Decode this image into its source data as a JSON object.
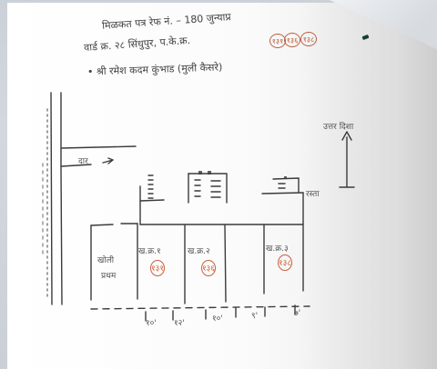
{
  "document": {
    "title": "मिळकत पत्र रेफ नं. – 180 जुन्याप्र",
    "survey": "वार्ड क्र. २८ सिंधुपुर, प.के.क्र.",
    "owner": "• श्री रमेश कदम कुंभाड (मुली कैसरे)",
    "circled_refs": [
      "१३१",
      "१३६",
      "१३८"
    ],
    "road_label": "रस्ता",
    "gate_label": "दार",
    "arrow_label": "उत्तर दिशा",
    "left_rooms": [
      "खोली",
      "प्रथम"
    ],
    "room_labels": [
      "ख.क्र.१",
      "ख.क्र.२",
      "ख.क्र.३"
    ],
    "room_circle_labels": [
      "१३१",
      "१३६",
      "१३८"
    ],
    "footer_labels": [
      "१०'",
      "१२'",
      "१०'",
      "९'",
      "७'"
    ]
  }
}
